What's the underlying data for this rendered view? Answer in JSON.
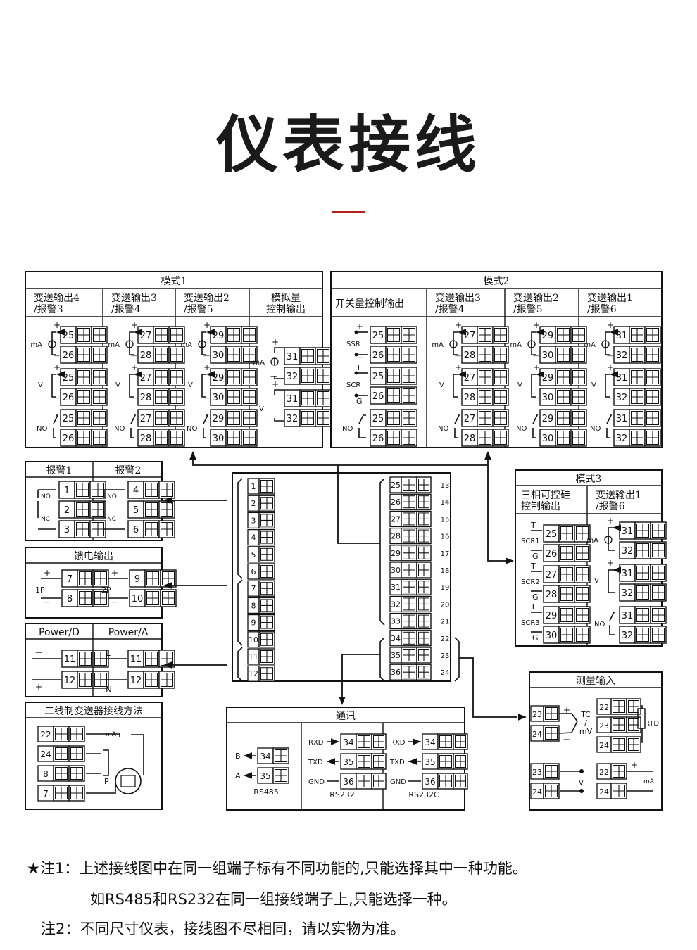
{
  "title": "仪表接线",
  "mode1": {
    "title": "模式1",
    "headers": [
      "变送输出4\n/报警3",
      "变送输出3\n/报警4",
      "变送输出2\n/报警5",
      "模拟量\n控制输出"
    ],
    "cols": [
      {
        "ma": [
          "25",
          "26"
        ],
        "v": [
          "25",
          "26"
        ],
        "no": [
          "25",
          "26"
        ]
      },
      {
        "ma": [
          "27",
          "28"
        ],
        "v": [
          "27",
          "28"
        ],
        "no": [
          "27",
          "28"
        ]
      },
      {
        "ma": [
          "29",
          "30"
        ],
        "v": [
          "29",
          "30"
        ],
        "no": [
          "29",
          "30"
        ]
      },
      {
        "ma": [
          "31",
          "32"
        ],
        "v": [
          "31",
          "32"
        ]
      }
    ]
  },
  "mode2": {
    "title": "模式2",
    "headers": [
      "开关量控制输出",
      "变送输出3\n/报警4",
      "变送输出2\n/报警5",
      "变送输出1\n/报警6"
    ],
    "cols": [
      {
        "ssr": [
          "25",
          "26"
        ],
        "scr": [
          "25",
          "26"
        ],
        "no": [
          "25",
          "26"
        ]
      },
      {
        "ma": [
          "27",
          "28"
        ],
        "v": [
          "27",
          "28"
        ],
        "no": [
          "27",
          "28"
        ]
      },
      {
        "ma": [
          "29",
          "30"
        ],
        "v": [
          "29",
          "30"
        ],
        "no": [
          "29",
          "30"
        ]
      },
      {
        "ma": [
          "31",
          "32"
        ],
        "v": [
          "31",
          "32"
        ],
        "no": [
          "31",
          "32"
        ]
      }
    ]
  },
  "mode3": {
    "title": "模式3",
    "headers": [
      "三相可控硅\n控制输出",
      "变送输出1\n/报警6"
    ],
    "scr": [
      [
        "SCR1",
        "25",
        "26"
      ],
      [
        "SCR2",
        "27",
        "28"
      ],
      [
        "SCR3",
        "29",
        "30"
      ]
    ],
    "right": {
      "ma": [
        "31",
        "32"
      ],
      "v": [
        "31",
        "32"
      ],
      "no": [
        "31",
        "32"
      ]
    }
  },
  "alarm": {
    "headers": [
      "报警1",
      "报警2"
    ],
    "a1": [
      "1",
      "2",
      "3"
    ],
    "a2": [
      "4",
      "5",
      "6"
    ]
  },
  "feed": {
    "title": "馈电输出",
    "p1": [
      "7",
      "8"
    ],
    "p2": [
      "9",
      "10"
    ],
    "l1": "1P",
    "l2": "2P"
  },
  "power": {
    "headers": [
      "Power/D",
      "Power/A"
    ],
    "t": [
      "11",
      "12"
    ]
  },
  "twowire": {
    "title": "二线制变送器接线方法",
    "t": [
      "22",
      "24",
      "8",
      "7"
    ]
  },
  "comm": {
    "title": "通讯",
    "rs485": {
      "label": "RS485",
      "rows": [
        [
          "B",
          "34"
        ],
        [
          "A",
          "35"
        ]
      ]
    },
    "rs232": {
      "label": "RS232",
      "rows": [
        [
          "RXD",
          "34"
        ],
        [
          "TXD",
          "35"
        ],
        [
          "GND",
          "36"
        ]
      ]
    },
    "rs232c": {
      "label": "RS232C",
      "rows": [
        [
          "RXD",
          "34"
        ],
        [
          "TXD",
          "35"
        ],
        [
          "GND",
          "36"
        ]
      ]
    }
  },
  "measure": {
    "title": "测量输入",
    "tc": "TC\n/\nmV",
    "rtd": "RTD"
  },
  "center": {
    "left": [
      "1",
      "2",
      "3",
      "4",
      "5",
      "6",
      "7",
      "8",
      "9",
      "10",
      "11",
      "12"
    ],
    "mid": [
      "25",
      "26",
      "27",
      "28",
      "29",
      "30",
      "31",
      "32",
      "33",
      "34",
      "35",
      "36"
    ],
    "right": [
      "13",
      "14",
      "15",
      "16",
      "17",
      "18",
      "19",
      "20",
      "21",
      "22",
      "23",
      "24"
    ]
  },
  "notes": {
    "n1a": "★注1：上述接线图中在同一组端子标有不同功能的,只能选择其中一种功能。",
    "n1b": "如RS485和RS232在同一组接线端子上,只能选择一种。",
    "n2": "注2：不同尺寸仪表，接线图不尽相同，请以实物为准。"
  },
  "colors": {
    "line": "#111111",
    "accent": "#b0221d"
  }
}
